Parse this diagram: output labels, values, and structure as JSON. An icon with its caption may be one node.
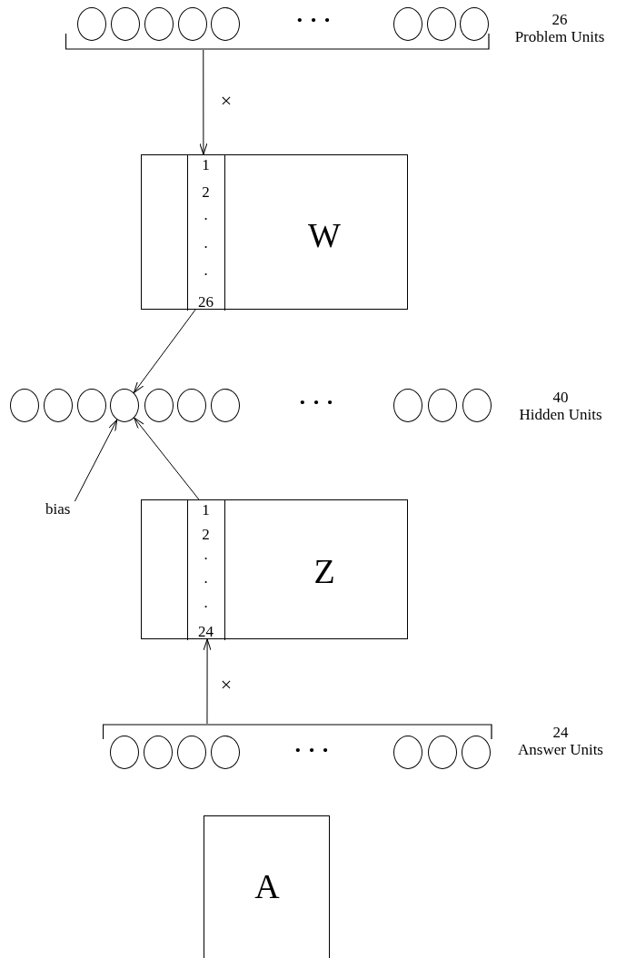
{
  "diagram": {
    "nodes": [
      {
        "text": [],
        "shape": "bar",
        "beside": [
          "26 Problem Units"
        ]
      },
      {
        "text": [],
        "shape": "circle",
        "in": 0
      },
      {
        "text": [],
        "shape": "circle",
        "in": 0
      },
      {
        "text": [],
        "shape": "circle",
        "in": 0
      },
      {
        "text": [],
        "shape": "circle",
        "in": 0
      },
      {
        "text": [],
        "shape": "circle",
        "in": 0
      },
      {
        "text": [],
        "shape": "circle",
        "in": 0
      },
      {
        "text": [],
        "shape": "circle",
        "in": 0
      },
      {
        "text": [],
        "shape": "circle",
        "in": 0
      },
      {
        "text": [
          "W"
        ]
      },
      {
        "text": [],
        "shape": "box",
        "in": 9
      },
      {
        "text": [
          "1",
          "2",
          "·",
          "·",
          "·",
          "26"
        ],
        "in": 9
      },
      {
        "text": [],
        "shape": "circle"
      },
      {
        "text": [],
        "shape": "circle"
      },
      {
        "text": [],
        "shape": "circle"
      },
      {
        "text": [],
        "shape": "circle"
      },
      {
        "text": [],
        "shape": "circle"
      },
      {
        "text": [],
        "shape": "circle"
      },
      {
        "text": [],
        "shape": "circle"
      },
      {
        "text": [],
        "shape": "circle"
      },
      {
        "text": [],
        "shape": "circle"
      },
      {
        "text": [],
        "shape": "circle"
      },
      {
        "text": [
          "bias"
        ]
      },
      {
        "text": [
          "Z"
        ]
      },
      {
        "text": [],
        "shape": "box",
        "in": 23
      },
      {
        "text": [
          "1",
          "2",
          "·",
          "·",
          "·",
          "24"
        ],
        "in": 23
      },
      {
        "text": [],
        "shape": "bar",
        "beside": [
          "24 Answer Units"
        ]
      },
      {
        "text": [],
        "shape": "circle",
        "in": 26
      },
      {
        "text": [],
        "shape": "circle",
        "in": 26
      },
      {
        "text": [],
        "shape": "circle",
        "in": 26
      },
      {
        "text": [],
        "shape": "circle",
        "in": 26
      },
      {
        "text": [],
        "shape": "circle",
        "in": 26
      },
      {
        "text": [],
        "shape": "circle",
        "in": 26
      },
      {
        "text": [],
        "shape": "circle",
        "in": 26
      },
      {
        "text": [
          "A"
        ]
      }
    ],
    "edges": [
      {
        "from": 0,
        "to": 11,
        "arrow": "to",
        "label": "×"
      },
      {
        "from": 11,
        "to": 15,
        "arrow": "to"
      },
      {
        "from": 22,
        "to": 15,
        "arrow": "to"
      },
      {
        "from": 25,
        "to": 15,
        "arrow": "to"
      },
      {
        "from": 26,
        "to": 25,
        "arrow": "to",
        "label": "×"
      }
    ],
    "labels": [
      "· · ·",
      "· · ·",
      "40 Hidden Units",
      "· · ·"
    ]
  }
}
